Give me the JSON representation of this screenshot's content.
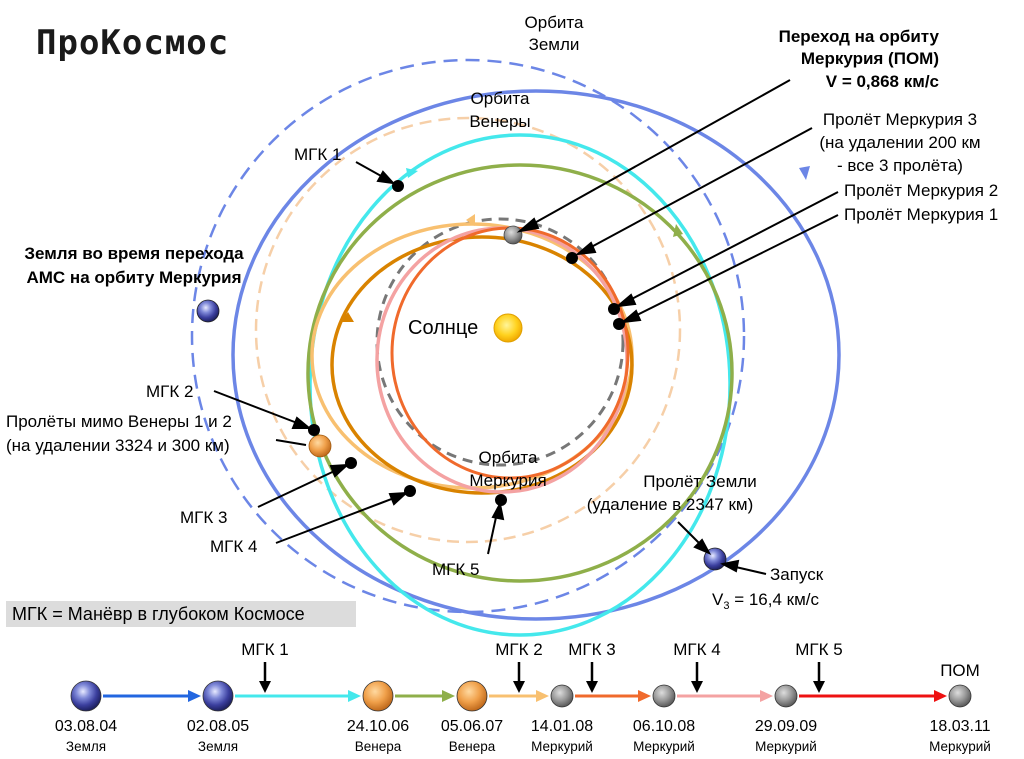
{
  "logo": "ПроКосмос",
  "colors": {
    "earth_orbit": "#6c86e6",
    "venus_orbit": "#f6cfa8",
    "mercury_orbit": "#777777",
    "sun": "#ffd21f",
    "cyan": "#44e8ec",
    "green": "#8faf4a",
    "light_orange": "#f8c070",
    "dark_orange": "#d98300",
    "pink": "#f4a2a2",
    "orange_red": "#f06a2c",
    "red": "#ee1111",
    "blue": "#2266e0"
  },
  "labels": {
    "earth_orbit": [
      "Орбита",
      "Земли"
    ],
    "venus_orbit": [
      "Орбита",
      "Венеры"
    ],
    "mercury_orbit": [
      "Орбита",
      "Меркурия"
    ],
    "sun": "Солнце",
    "mok": [
      "Переход на орбиту",
      "Меркурия (ПОМ)"
    ],
    "mok_speed_prefix": "V",
    "mok_speed_value": " = 0,868 км/с",
    "flyby3": [
      "Пролёт Меркурия 3",
      "(на удалении 200 км",
      "- все 3 пролёта)"
    ],
    "flyby2": "Пролёт Меркурия 2",
    "flyby1": "Пролёт Меркурия 1",
    "earth_during": [
      "Земля во время перехода",
      "АМС на орбиту Меркурия"
    ],
    "mgk1": "МГК 1",
    "mgk2": "МГК 2",
    "mgk3": "МГК 3",
    "mgk4": "МГК 4",
    "mgk5": "МГК 5",
    "venus_flybys": [
      "Пролёты мимо Венеры 1 и 2",
      "(на удалении 3324 и 300 км)"
    ],
    "earth_flyby": [
      "Пролёт Земли",
      "(удаление в 2347 км)"
    ],
    "launch": "Запуск",
    "launch_speed_prefix": "V",
    "launch_speed_sub": "3",
    "launch_speed_value": " = 16,4 км/с",
    "legend": "МГК = Манёвр в глубоком Космосе"
  },
  "timeline": {
    "events": [
      {
        "date": "03.08.04",
        "body": "Земля",
        "planet": "earth"
      },
      {
        "date": "02.08.05",
        "body": "Земля",
        "planet": "earth"
      },
      {
        "date": "24.10.06",
        "body": "Венера",
        "planet": "venus"
      },
      {
        "date": "05.06.07",
        "body": "Венера",
        "planet": "venus"
      },
      {
        "date": "14.01.08",
        "body": "Меркурий",
        "planet": "mercury"
      },
      {
        "date": "06.10.08",
        "body": "Меркурий",
        "planet": "mercury"
      },
      {
        "date": "29.09.09",
        "body": "Меркурий",
        "planet": "mercury"
      },
      {
        "date": "18.03.11",
        "body": "Меркурий",
        "planet": "mercury"
      }
    ],
    "maneuvers": [
      "МГК 1",
      "МГК 2",
      "МГК 3",
      "МГК 4",
      "МГК 5"
    ],
    "final": "ПОМ"
  }
}
